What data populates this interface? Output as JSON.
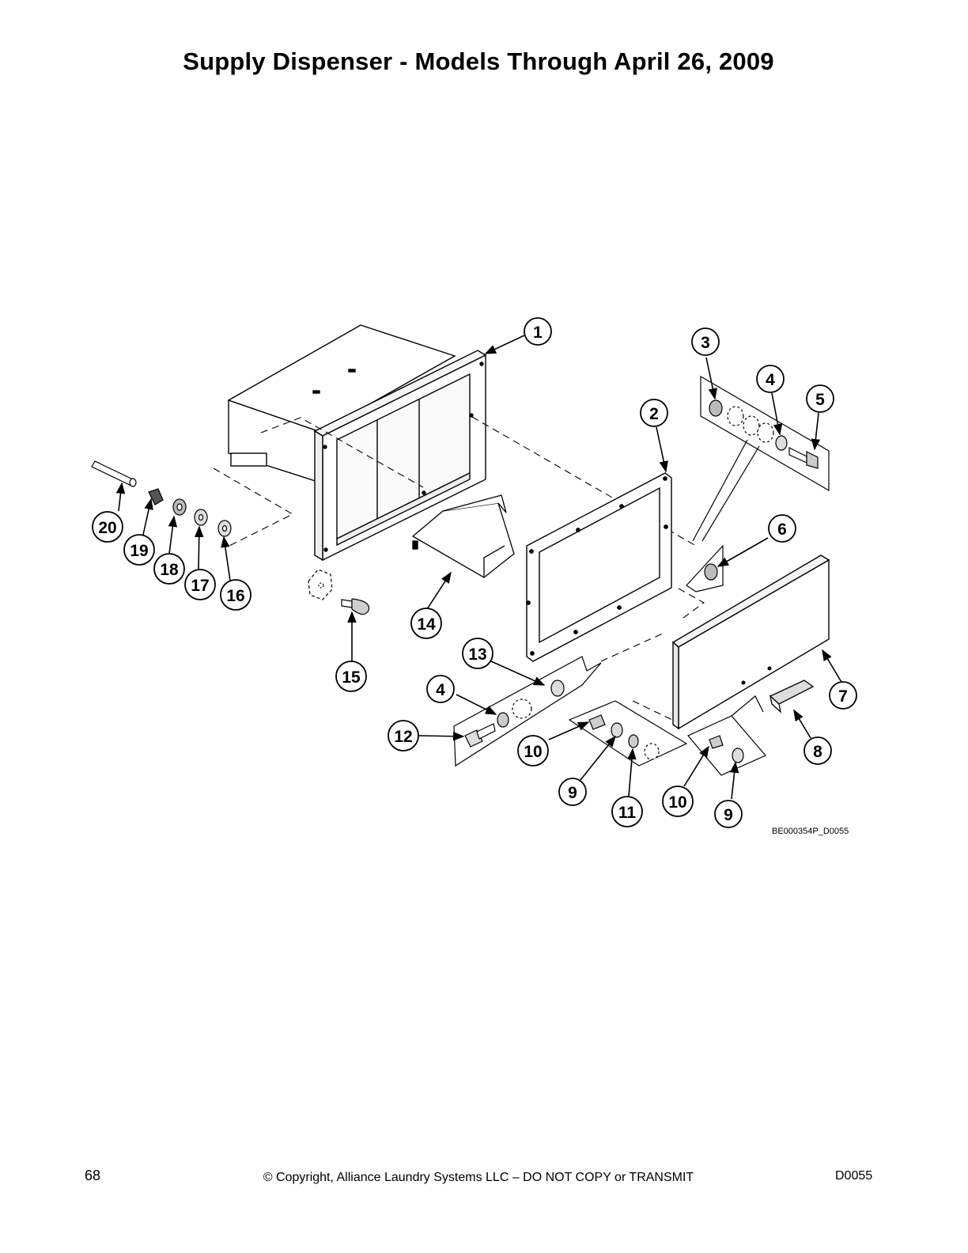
{
  "page": {
    "title": "Supply Dispenser - Models Through April 26, 2009",
    "page_number": "68",
    "copyright": "© Copyright, Alliance Laundry Systems LLC – DO NOT COPY or TRANSMIT",
    "document_id": "D0055"
  },
  "diagram": {
    "drawing_id": "BE000354P_D0055",
    "callouts": [
      {
        "label": "1"
      },
      {
        "label": "2"
      },
      {
        "label": "3"
      },
      {
        "label": "4"
      },
      {
        "label": "5"
      },
      {
        "label": "6"
      },
      {
        "label": "7"
      },
      {
        "label": "8"
      },
      {
        "label": "9"
      },
      {
        "label": "10"
      },
      {
        "label": "11"
      },
      {
        "label": "12"
      },
      {
        "label": "13"
      },
      {
        "label": "14"
      },
      {
        "label": "15"
      },
      {
        "label": "16"
      },
      {
        "label": "17"
      },
      {
        "label": "18"
      },
      {
        "label": "19"
      },
      {
        "label": "20"
      },
      {
        "label": "4"
      },
      {
        "label": "10"
      },
      {
        "label": "9"
      }
    ]
  }
}
